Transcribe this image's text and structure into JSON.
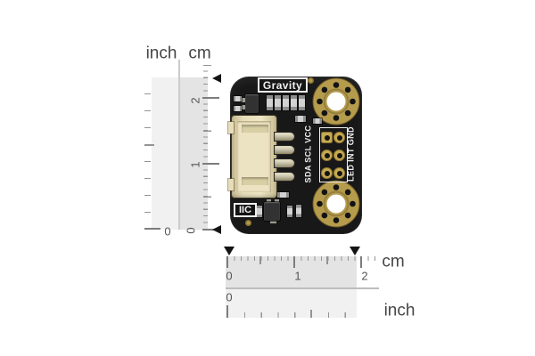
{
  "diagram": {
    "vertical_ruler": {
      "inch_header": "inch",
      "cm_header": "cm",
      "cm_labels": [
        "2",
        "1",
        "0"
      ],
      "inch_zero": "0"
    },
    "horizontal_ruler": {
      "cm_labels": [
        "0",
        "1",
        "2"
      ],
      "cm_unit": "cm",
      "inch_zero": "0",
      "inch_unit": "inch"
    },
    "board": {
      "brand_label": "Gravity",
      "interface_label": "IIC",
      "left_pin_labels": "SDA SCL VCC",
      "right_pin_labels": "LED INT GND"
    },
    "colors": {
      "pcb": "#181818",
      "gold": "#b59b4c",
      "pad_gold": "#c6aa52",
      "connector_body": "#e7ddba",
      "connector_inner": "#ece3c2",
      "ruler_cm_bg": "#e4e4e4",
      "ruler_inch_bg": "#f1f1f1",
      "tick": "#949494",
      "tick_strong": "#7d7d7d",
      "label_text": "#555555",
      "unit_text": "#454545",
      "marker": "#141414",
      "silkscreen": "#f0f0f0",
      "smd_body": "#d2d2d2",
      "smd_end": "#8d8d8d",
      "ic_body": "#323232"
    }
  }
}
